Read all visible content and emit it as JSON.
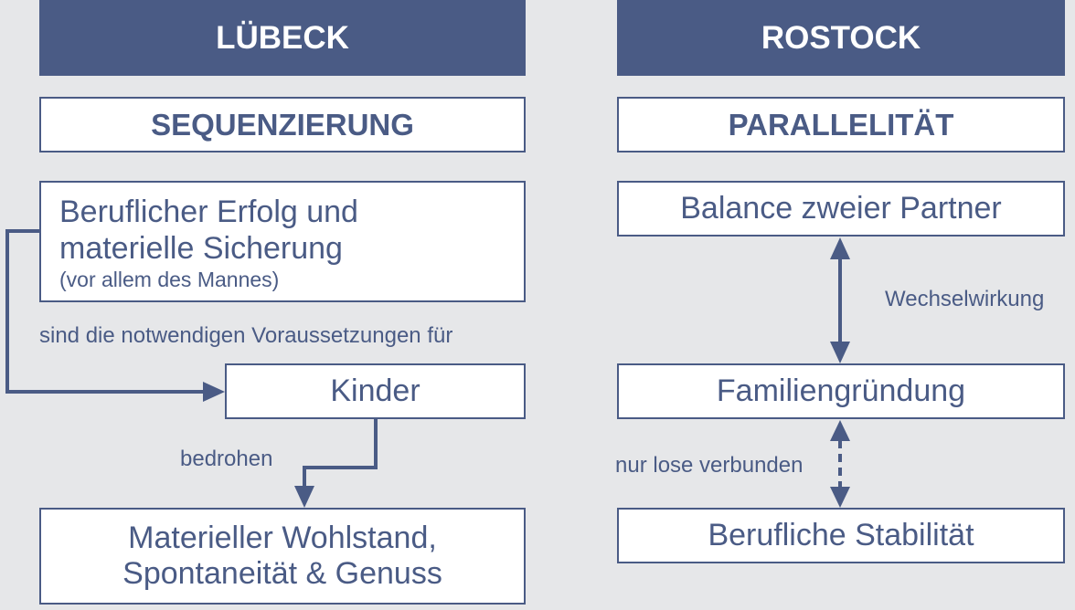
{
  "left": {
    "header": "LÜBECK",
    "subheader": "SEQUENZIERUNG",
    "box1": {
      "line1": "Beruflicher Erfolg und",
      "line2": "materielle Sicherung",
      "note": "(vor allem des Mannes)"
    },
    "connector_label": "sind die notwendigen Voraussetzungen für",
    "box2": "Kinder",
    "threat_label": "bedrohen",
    "box3": {
      "line1": "Materieller Wohlstand,",
      "line2": "Spontaneität & Genuss"
    }
  },
  "right": {
    "header": "ROSTOCK",
    "subheader": "PARALLELITÄT",
    "box1": "Balance zweier Partner",
    "interaction_label": "Wechselwirkung",
    "box2": "Familiengründung",
    "loose_label": "nur lose verbunden",
    "box3": "Berufliche Stabilität"
  },
  "colors": {
    "primary": "#4a5b85",
    "background": "#e6e7e9",
    "box": "#ffffff"
  }
}
